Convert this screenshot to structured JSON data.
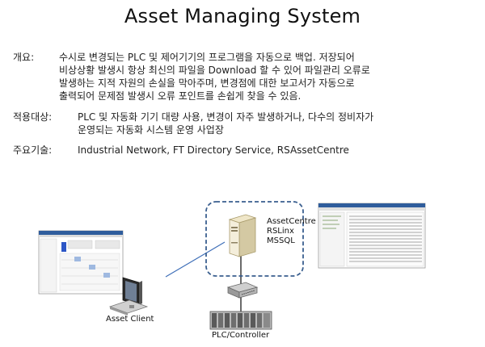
{
  "title": "Asset Managing System",
  "overview": {
    "label": "개요:",
    "lines": [
      "수시로 변경되는 PLC 및 제어기기의 프로그램을 자동으로 백업. 저장되어",
      "비상상황 발생시 항상 최신의 파일을 Download 할 수 있어 파일관리 오류로",
      "발생하는 지적 자원의 손실을 막아주며, 변경점에 대한 보고서가 자동으로",
      "출력되어 문제점 발생시 오류 포인트를 손쉽게 찾을 수 있음."
    ]
  },
  "target": {
    "label": "적용대상:",
    "lines": [
      "PLC 및 자동화 기기 대량 사용, 변경이 자주 발생하거나, 다수의 정비자가",
      "운영되는 자동화 시스템 운영 사업장"
    ]
  },
  "tech": {
    "label": "주요기술:",
    "text": "Industrial Network, FT Directory Service, RSAssetCentre"
  },
  "diagram": {
    "server_services": [
      "AssetCentre",
      "RSLinx",
      "MSSQL"
    ],
    "client_caption": "Asset Client",
    "controller_caption": "PLC/Controller",
    "colors": {
      "dashed_border": "#3a5f8f",
      "link_line": "#3f6fb8",
      "screenshot_bg": "#e6e6e6"
    }
  }
}
